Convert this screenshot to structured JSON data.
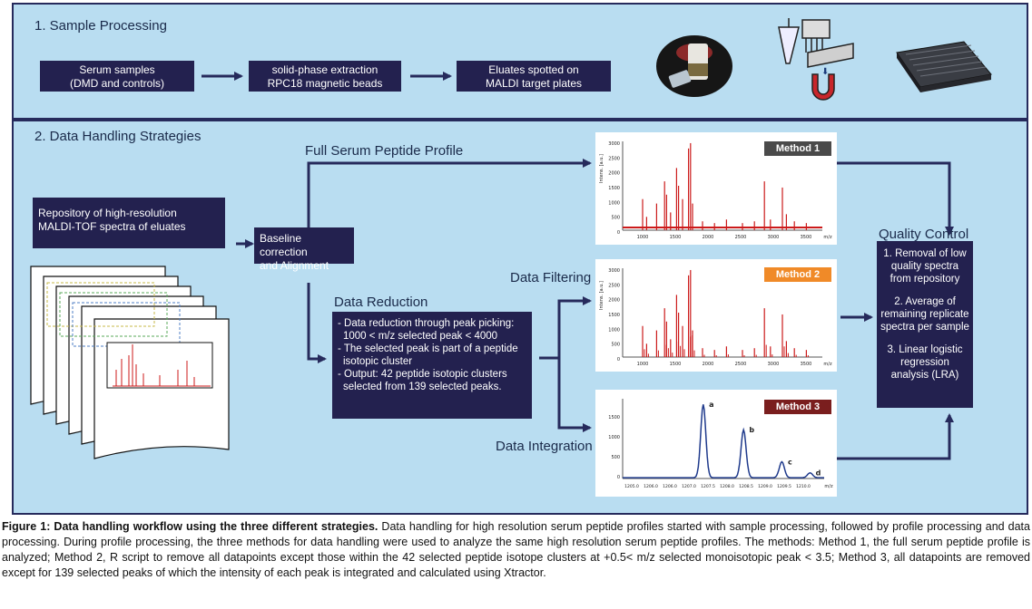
{
  "section1": {
    "title": "1. Sample Processing",
    "boxes": [
      {
        "line1": "Serum samples",
        "line2": "(DMD and controls)"
      },
      {
        "line1": "solid-phase extraction",
        "line2": "RPC18 magnetic beads"
      },
      {
        "line1": "Eluates spotted on",
        "line2": "MALDI target plates"
      }
    ]
  },
  "section2": {
    "title": "2. Data Handling Strategies",
    "repository": {
      "line1": "Repository of high-resolution",
      "line2": "MALDI-TOF spectra of eluates"
    },
    "baseline": {
      "line1": "Baseline correction",
      "line2": "and Alignment"
    },
    "label_full_profile": "Full Serum Peptide Profile",
    "label_data_reduction": "Data Reduction",
    "label_data_filtering": "Data Filtering",
    "label_data_integration": "Data Integration",
    "reduction_items": [
      "- Data reduction through peak picking:",
      "  1000 < m/z selected peak < 4000",
      "- The selected peak is part of a peptide",
      "  isotopic cluster",
      "- Output: 42 peptide isotopic clusters",
      "  selected from 139 selected peaks."
    ],
    "methods": [
      {
        "label": "Method 1",
        "color": "#4a4a4a"
      },
      {
        "label": "Method 2",
        "color": "#f08a28"
      },
      {
        "label": "Method 3",
        "color": "#7a1e1e"
      }
    ],
    "quality_control": {
      "title": "Quality Control",
      "items": [
        "1. Removal of low quality spectra from repository",
        "2. Average of remaining replicate spectra per sample",
        "3. Linear logistic regression analysis (LRA)"
      ]
    }
  },
  "plots": {
    "spectrum_ylabel": "Intens. [a.u.]",
    "spectrum_yticks": [
      "3000",
      "2500",
      "2000",
      "1500",
      "1000",
      "500",
      "0"
    ],
    "spectrum_xticks": [
      "1000",
      "1500",
      "2000",
      "2500",
      "3000",
      "3500"
    ],
    "spectrum_xunit": "m/z",
    "peak_markers": [
      "a",
      "b",
      "c",
      "d"
    ],
    "iso_yticks": [
      "1500",
      "1000",
      "500",
      "0"
    ],
    "iso_xticks": [
      "1205.0",
      "1206.0",
      "1206.0",
      "1207.0",
      "1207.5",
      "1208.0",
      "1208.5",
      "1209.0",
      "1209.5",
      "1210.0"
    ],
    "iso_xunit": "m/z"
  },
  "caption": {
    "bold": "Figure 1: Data handling workflow using the three different strategies.",
    "text": " Data handling for high resolution serum peptide profiles started with sample processing, followed by profile processing and data processing. During profile processing, the three methods for data handling were used to analyze the same high resolution serum peptide profiles. The methods: Method 1, the full serum peptide profile is analyzed; Method 2, R script to remove all datapoints except those within the 42 selected peptide isotope clusters at +0.5< m/z selected monoisotopic peak < 3.5; Method 3, all datapoints are removed except for 139 selected peaks of which the intensity of each peak is integrated and calculated using Xtractor."
  },
  "colors": {
    "panel": "#b9ddf1",
    "box": "#23214f",
    "border": "#262a5c",
    "spectrum": "#cc1a1a",
    "iso": "#1f3a8c"
  }
}
